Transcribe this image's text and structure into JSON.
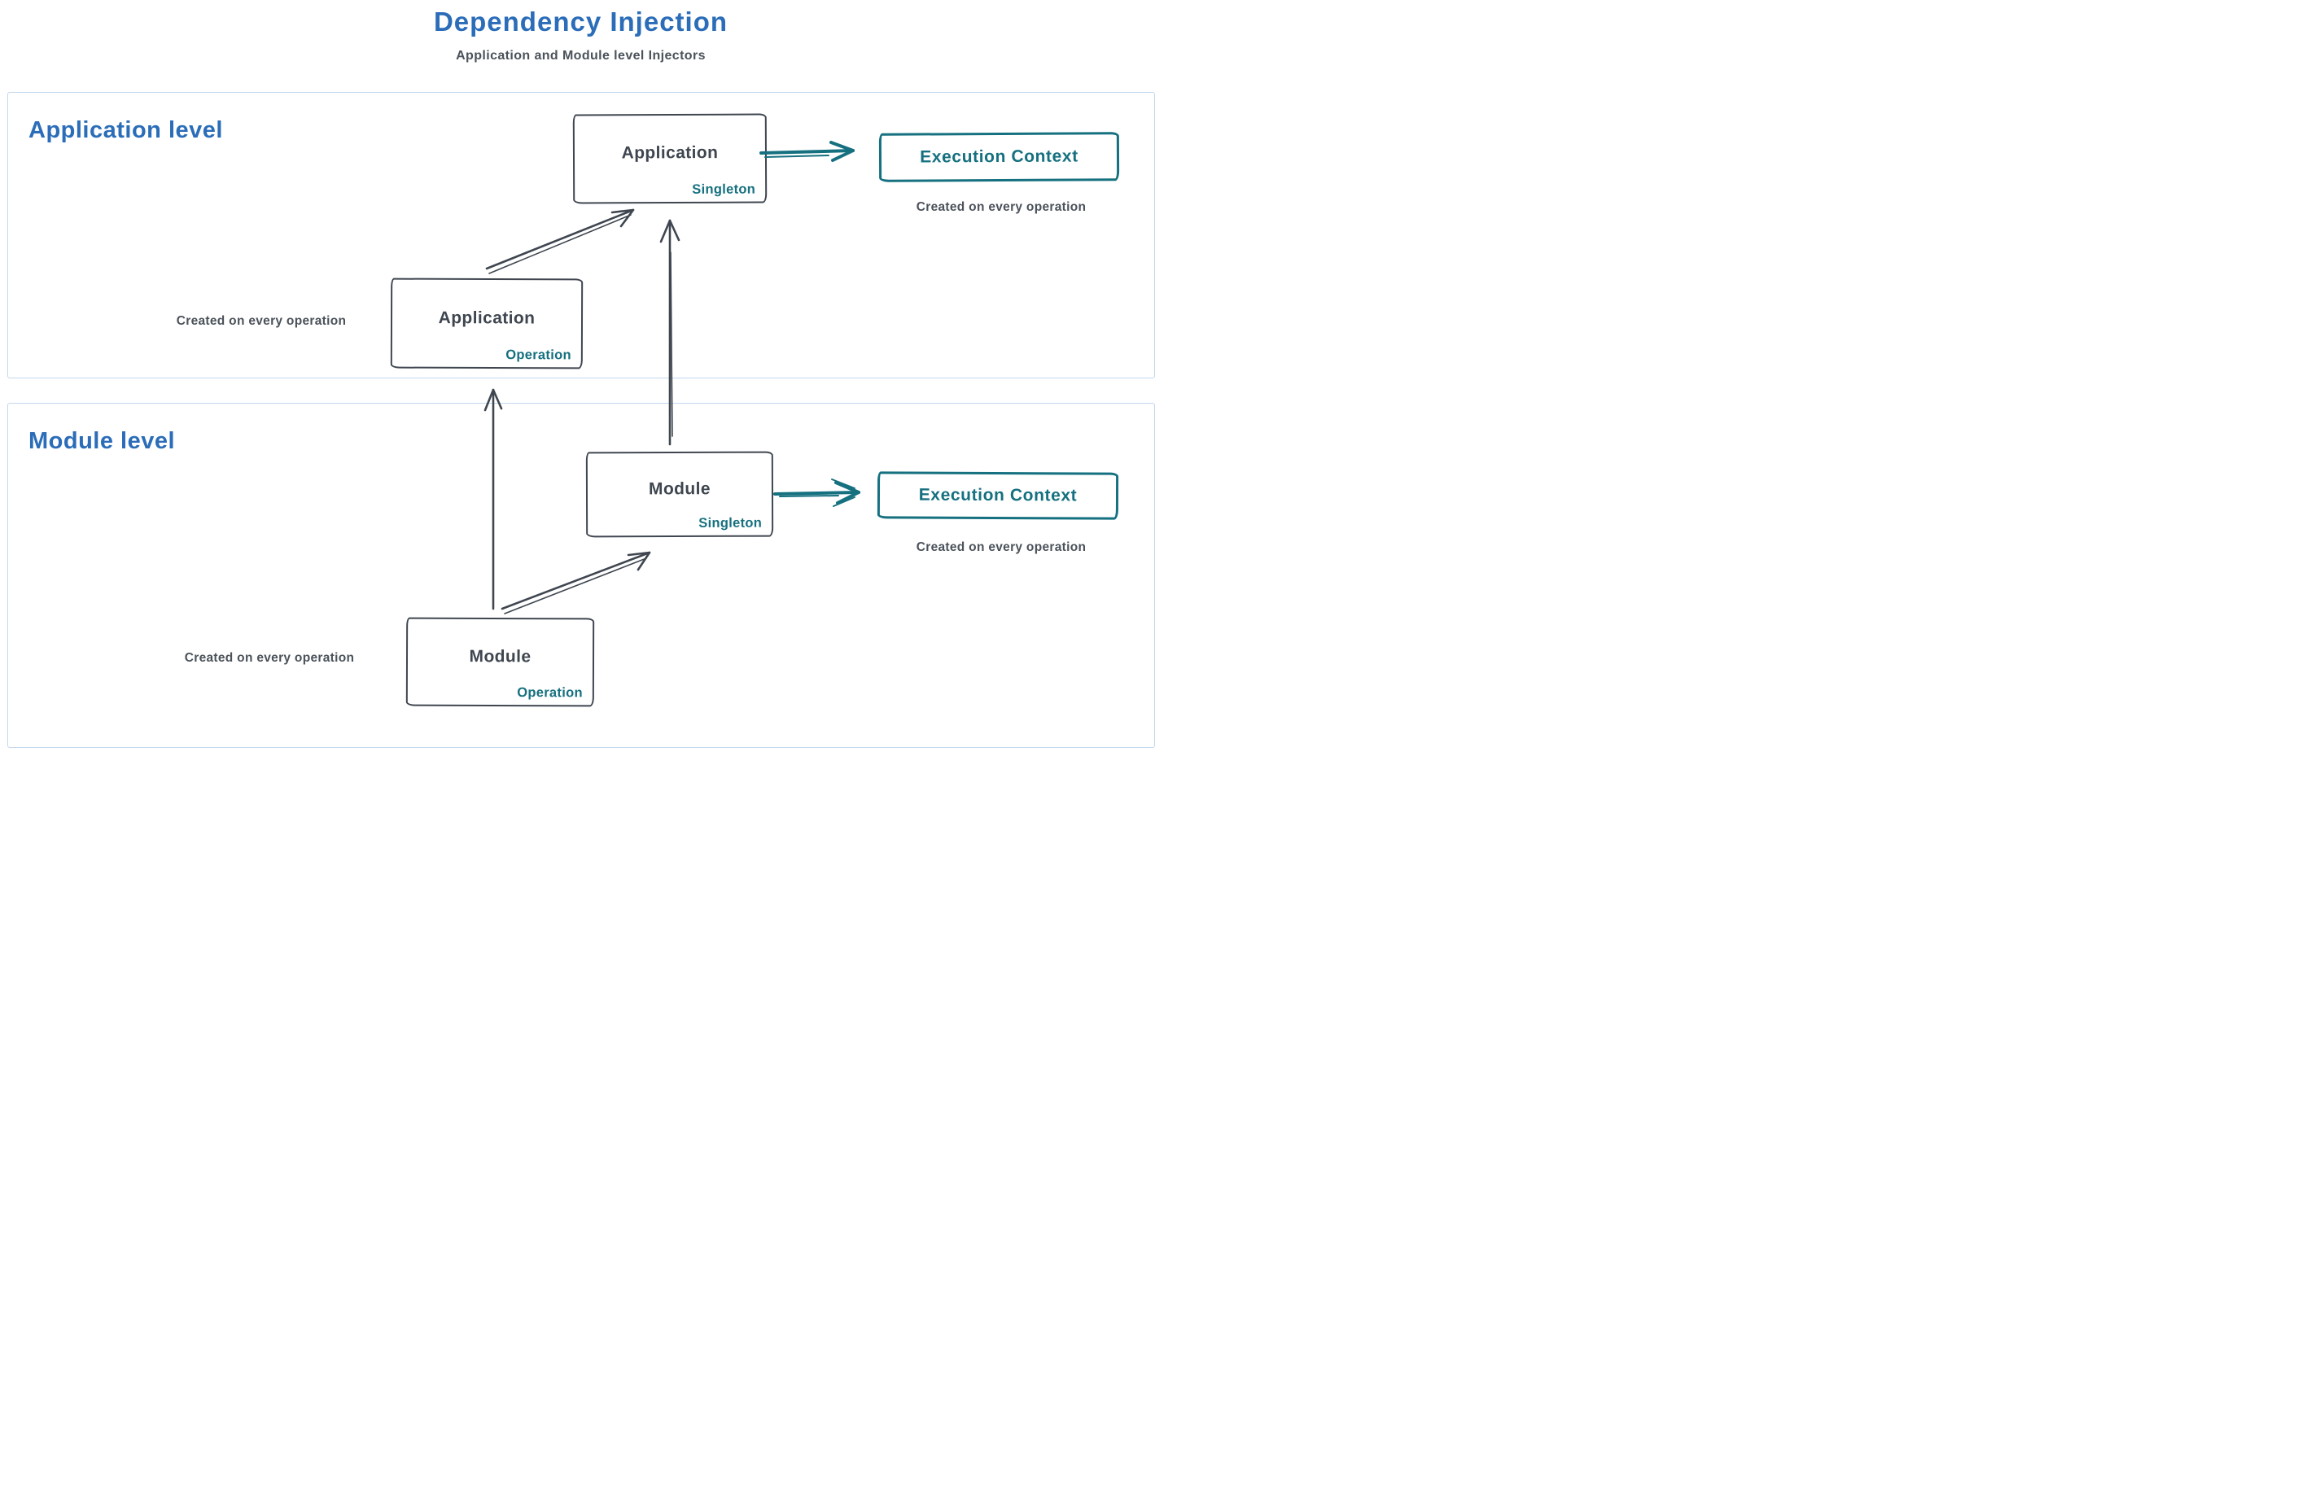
{
  "title": "Dependency Injection",
  "subtitle": "Application and Module level Injectors",
  "colors": {
    "title_blue": "#2b6db8",
    "ink": "#3f4650",
    "teal": "#15707f",
    "panel_border": "#c3d7ed",
    "note_gray": "#4b525a"
  },
  "panels": [
    {
      "label": "Application level"
    },
    {
      "label": "Module level"
    }
  ],
  "nodes": {
    "app_singleton": {
      "title": "Application",
      "tag": "Singleton"
    },
    "app_operation": {
      "title": "Application",
      "tag": "Operation"
    },
    "module_singleton": {
      "title": "Module",
      "tag": "Singleton"
    },
    "module_operation": {
      "title": "Module",
      "tag": "Operation"
    },
    "exec_context_top": {
      "label": "Execution Context",
      "note": "Created on every operation"
    },
    "exec_context_bottom": {
      "label": "Execution Context",
      "note": "Created on every operation"
    }
  },
  "notes": {
    "app_operation": "Created on every operation",
    "module_operation": "Created on every operation"
  }
}
